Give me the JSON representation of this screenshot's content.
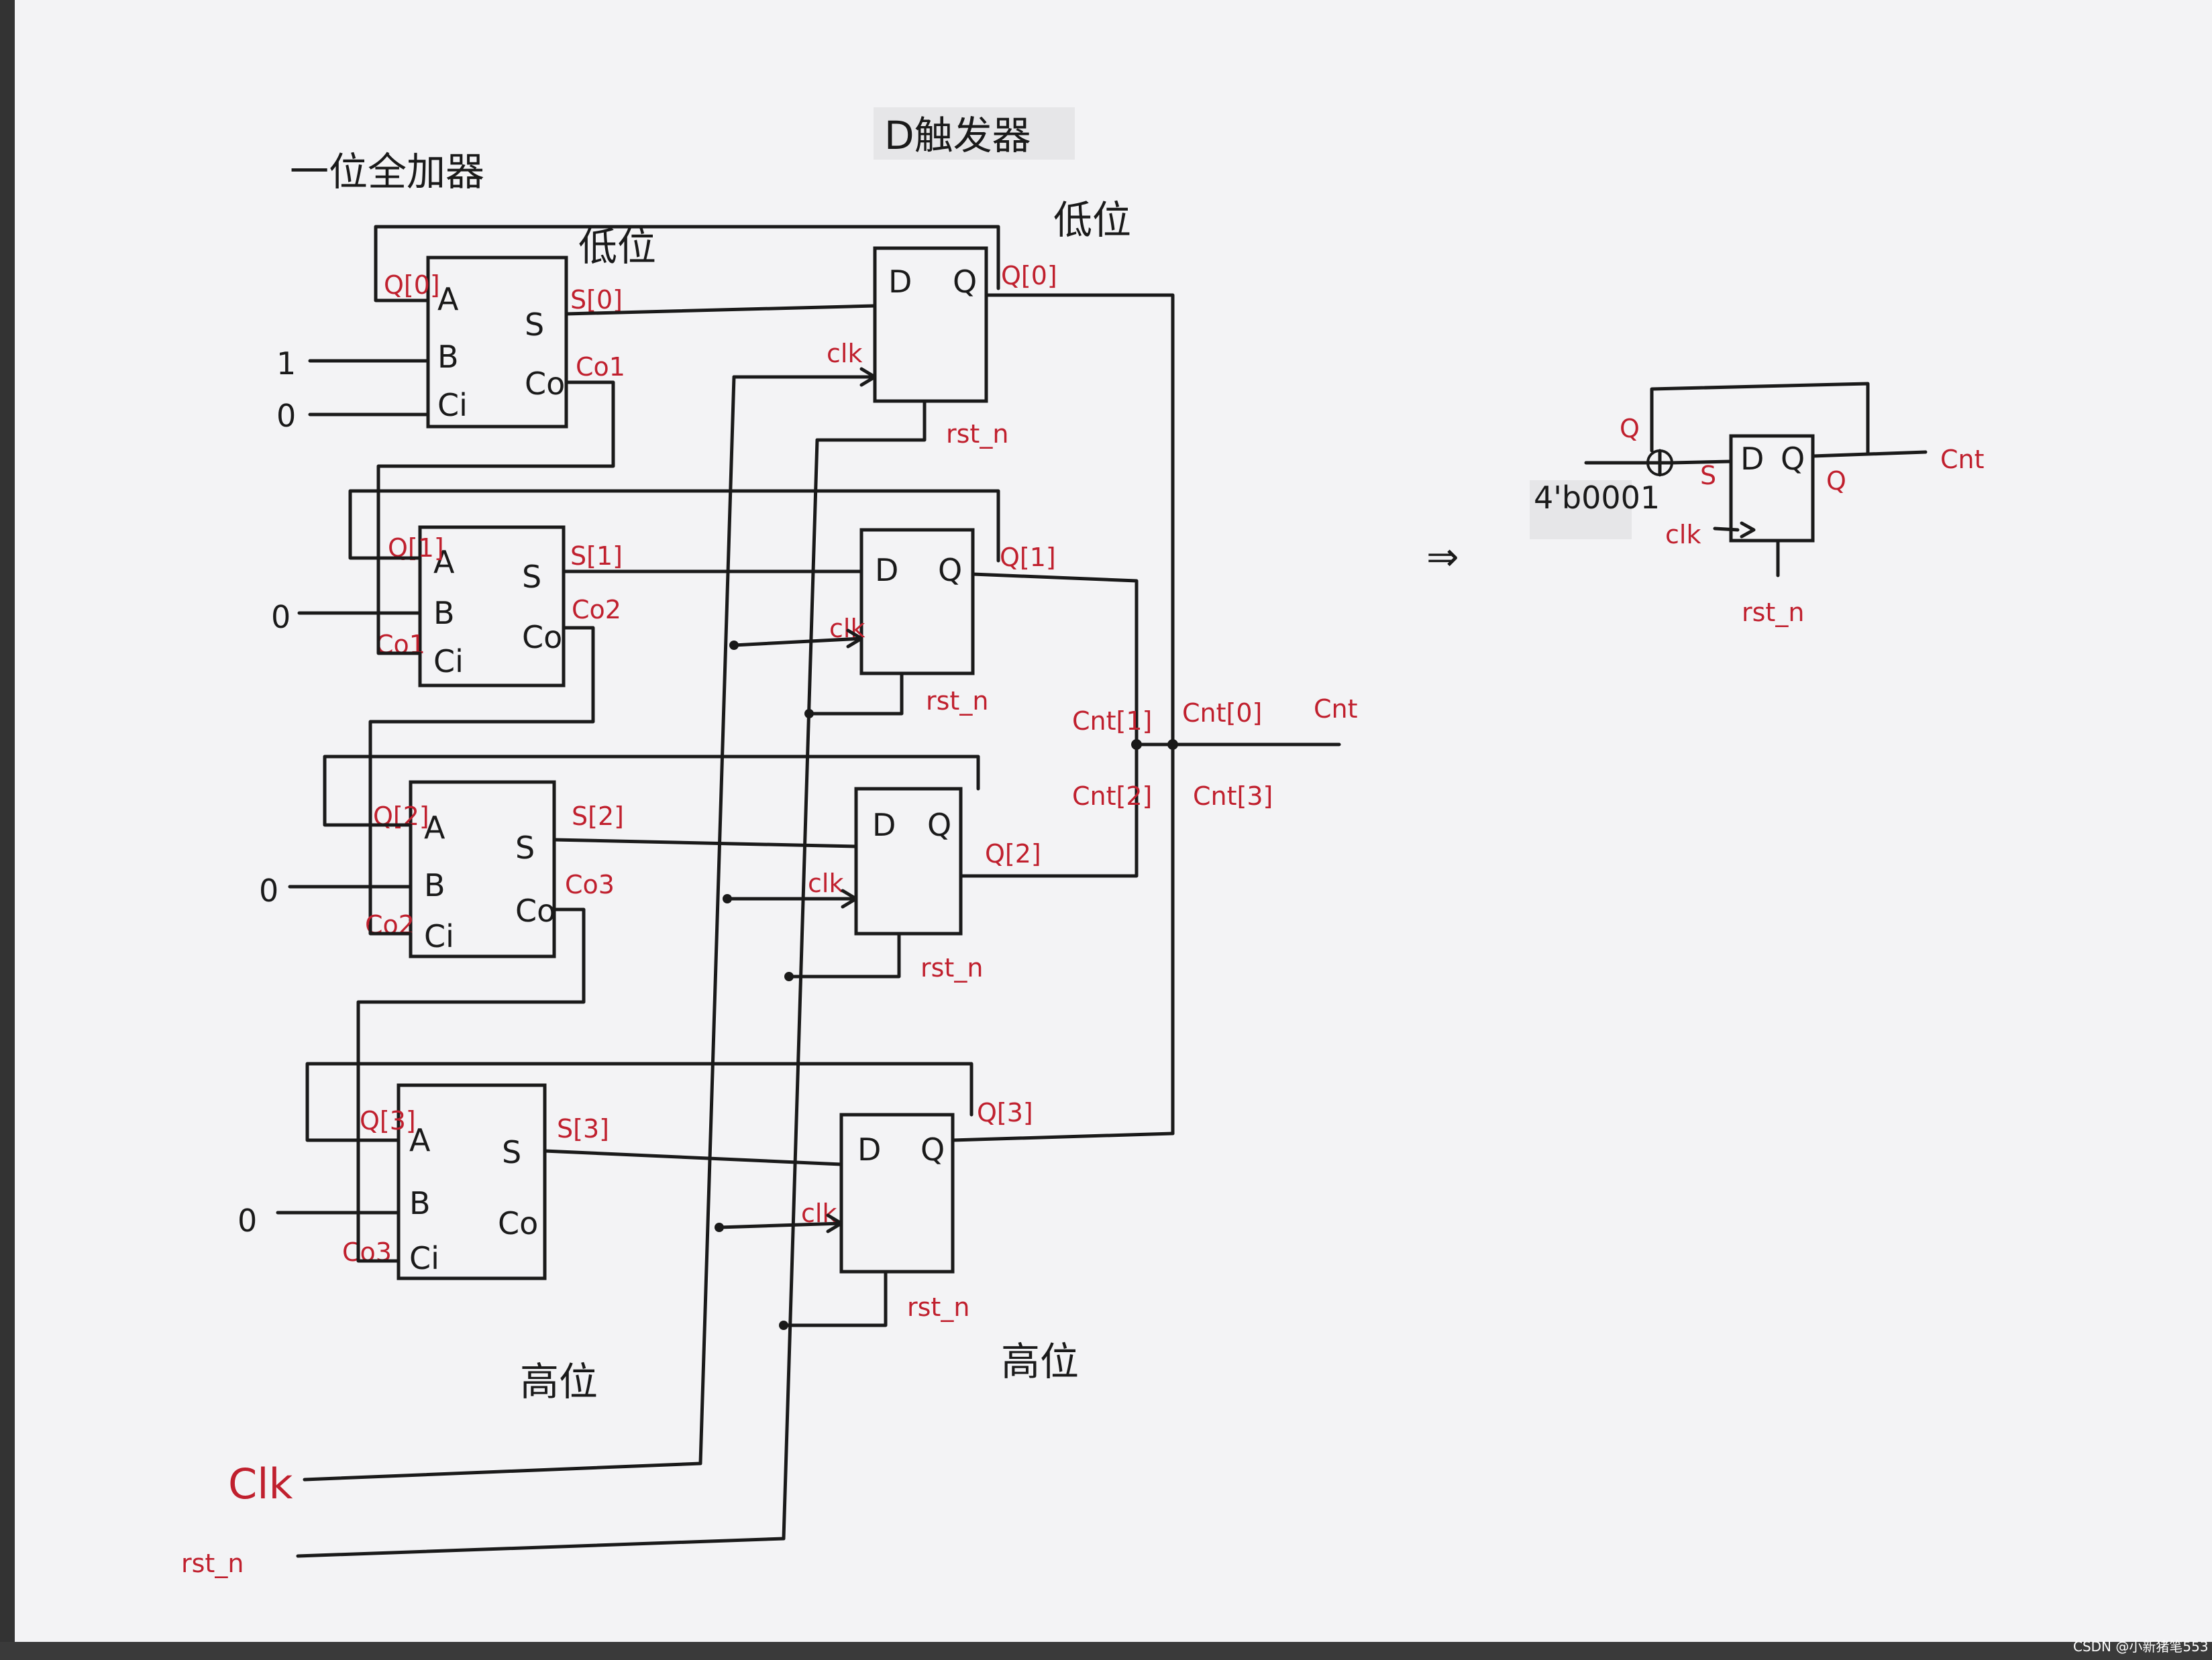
{
  "titles": {
    "full_adder": "一位全加器",
    "dff": "D触发器",
    "low_adder": "低位",
    "low_ff": "低位",
    "high_adder": "高位",
    "high_ff": "高位"
  },
  "adder_pins": {
    "a": "A",
    "b": "B",
    "ci": "Ci",
    "s": "S",
    "co": "Co"
  },
  "ff_pins": {
    "d": "D",
    "q": "Q"
  },
  "constants": {
    "b0": "1",
    "ci0": "0",
    "b1": "0",
    "b2": "0",
    "b3": "0"
  },
  "stage0": {
    "q": "Q[0]",
    "s": "S[0]",
    "co": "Co1",
    "clk": "clk",
    "rst": "rst_n"
  },
  "stage1": {
    "q": "Q[1]",
    "ci": "Co1",
    "s": "S[1]",
    "co": "Co2",
    "clk": "clk",
    "rst": "rst_n"
  },
  "stage2": {
    "q": "Q[2]",
    "ci": "Co2",
    "s": "S[2]",
    "co": "Co3",
    "clk": "clk",
    "rst": "rst_n"
  },
  "stage3": {
    "q": "Q[3]",
    "ci": "Co3",
    "s": "S[3]",
    "clk": "clk",
    "rst": "rst_n"
  },
  "outputs": {
    "cnt0": "Cnt[0]",
    "cnt1": "Cnt[1]",
    "cnt2": "Cnt[2]",
    "cnt3": "Cnt[3]",
    "cnt": "Cnt"
  },
  "inputs": {
    "clk": "Clk",
    "rst": "rst_n"
  },
  "arrow": "⇒",
  "simple": {
    "q_fb": "Q",
    "const": "4'b0001",
    "s": "S",
    "d": "D",
    "q": "Q",
    "q_out": "Q",
    "clk": "clk",
    "rst": "rst_n",
    "cnt": "Cnt"
  },
  "watermark": "CSDN @小新猪笔553",
  "colors": {
    "ink": "#1a1a1a",
    "label_red": "#c0202e",
    "paper": "#f3f3f5"
  }
}
